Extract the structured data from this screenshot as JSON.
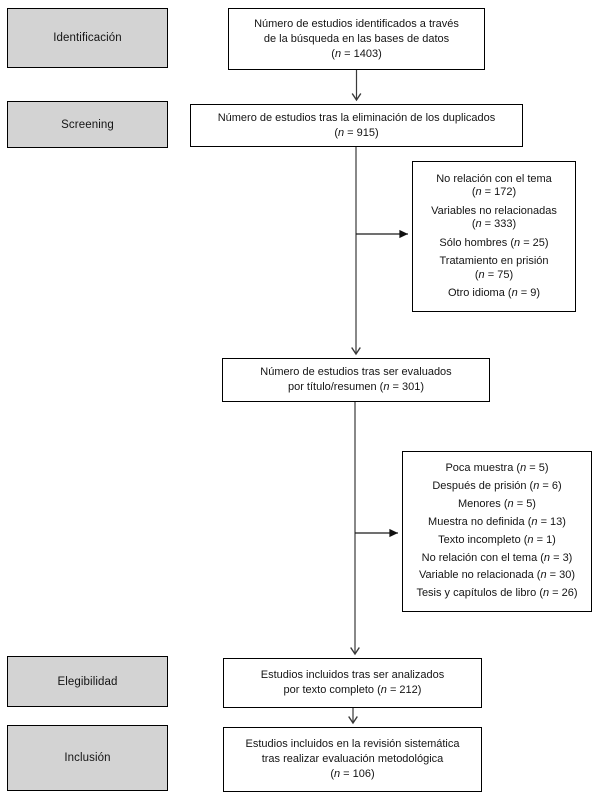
{
  "stages": {
    "identification": "Identificación",
    "screening": "Screening",
    "eligibility": "Elegibilidad",
    "inclusion": "Inclusión"
  },
  "flow": {
    "identified": [
      "Número de estudios identificados a través",
      "de la búsqueda en las bases de datos",
      "(n = 1403)"
    ],
    "deduplicated": [
      "Número de estudios tras la eliminación de los duplicados",
      "(n = 915)"
    ],
    "title_abstract_screened": [
      "Número de estudios tras ser evaluados",
      "por título/resumen (n = 301)"
    ],
    "full_text_analyzed": [
      "Estudios incluidos tras ser analizados",
      "por texto completo (n = 212)"
    ],
    "included": [
      "Estudios incluidos en la revisión sistemática",
      "tras realizar evaluación metodológica",
      "(n = 106)"
    ]
  },
  "exclusions_title_abstract": {
    "items": [
      [
        "No relación con el tema",
        "(n = 172)"
      ],
      [
        "Variables no relacionadas",
        "(n = 333)"
      ],
      [
        "Sólo hombres (n = 25)"
      ],
      [
        "Tratamiento en prisión",
        "(n = 75)"
      ],
      [
        "Otro idioma (n = 9)"
      ]
    ]
  },
  "exclusions_full_text": {
    "items": [
      "Poca muestra (n = 5)",
      "Después de prisión (n = 6)",
      "Menores (n = 5)",
      "Muestra no definida (n = 13)",
      "Texto incompleto (n = 1)",
      "No relación con el tema (n = 3)",
      "Variable no relacionada (n = 30)",
      "Tesis y capítulos de libro (n = 26)"
    ]
  },
  "counts": {
    "identified": 1403,
    "after_duplicates_removed": 915,
    "after_title_abstract": 301,
    "after_full_text": 212,
    "included": 106
  },
  "colors": {
    "stage_fill": "#d3d3d3",
    "box_border": "#000000",
    "arrow_line": "#3a3a3a",
    "background": "#ffffff"
  }
}
